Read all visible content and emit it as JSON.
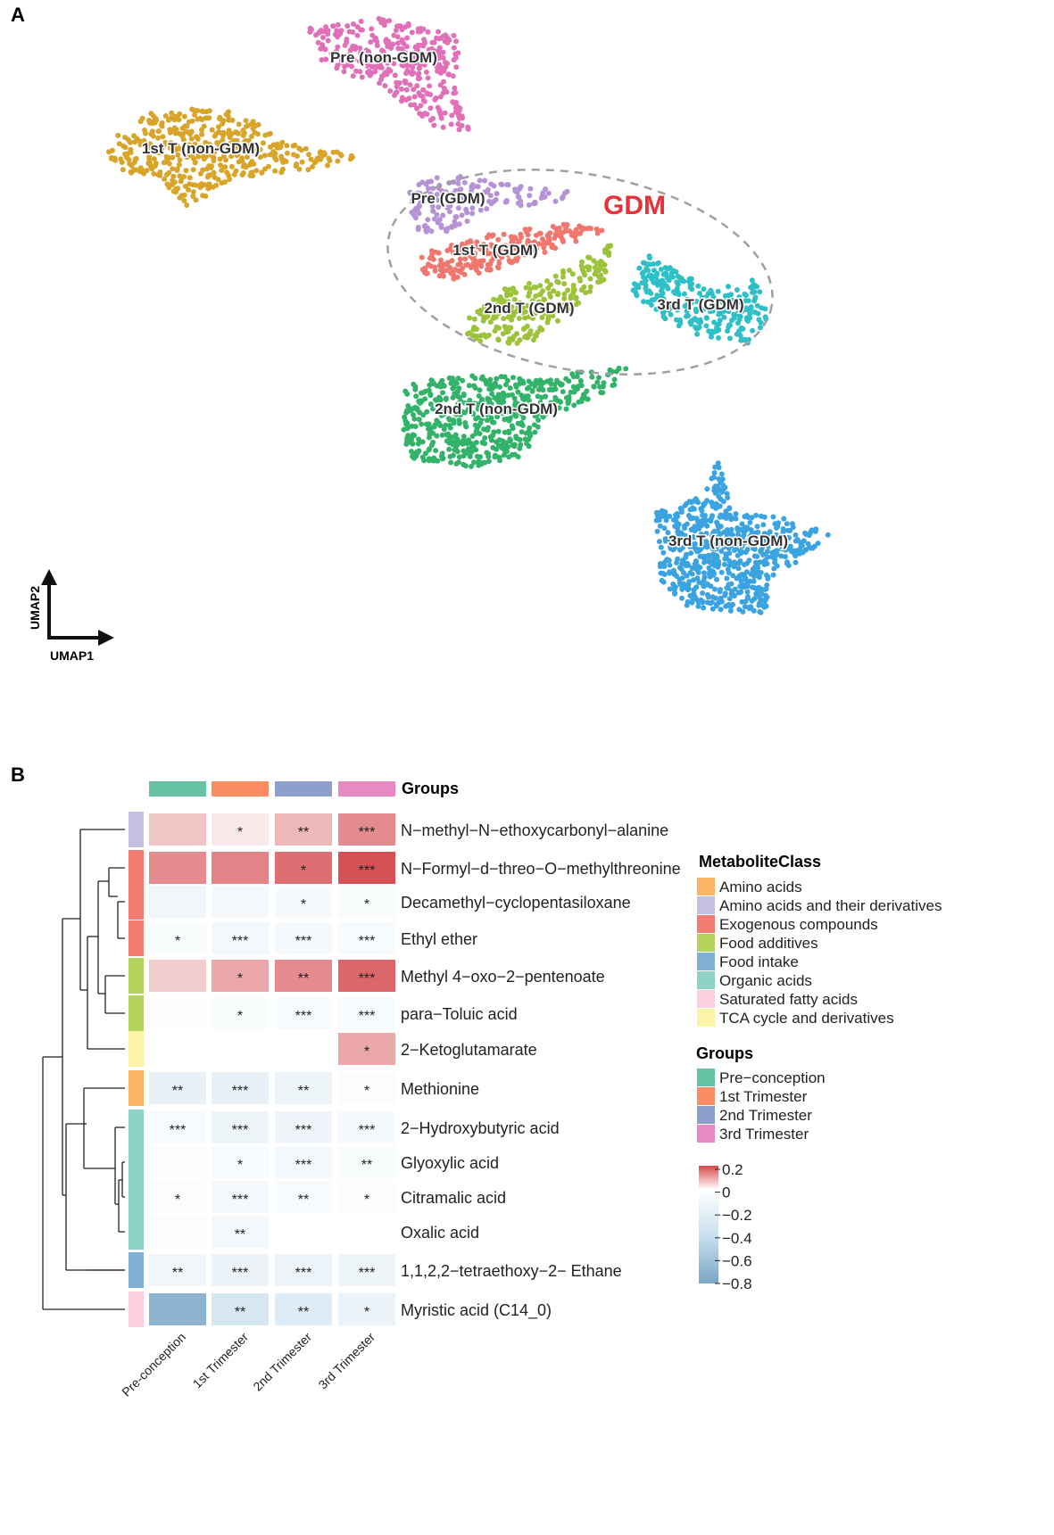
{
  "panel_a": {
    "label": "A",
    "highlight_label": "GDM",
    "axis_x": "UMAP1",
    "axis_y": "UMAP2",
    "clusters": [
      {
        "name": "Pre (non-GDM)",
        "color": "#e070b8",
        "shape": "triangle-down"
      },
      {
        "name": "1st T (non-GDM)",
        "color": "#d8a52a",
        "shape": "elongated"
      },
      {
        "name": "Pre (GDM)",
        "color": "#b692d6",
        "shape": "elongated"
      },
      {
        "name": "1st T (GDM)",
        "color": "#f0776e",
        "shape": "elongated"
      },
      {
        "name": "2nd T (GDM)",
        "color": "#9cc33b",
        "shape": "elongated"
      },
      {
        "name": "3rd T (GDM)",
        "color": "#2fbfc7",
        "shape": "blob"
      },
      {
        "name": "2nd T (non-GDM)",
        "color": "#33b36a",
        "shape": "blob"
      },
      {
        "name": "3rd T (non-GDM)",
        "color": "#3ba3e0",
        "shape": "triangle-up"
      }
    ]
  },
  "panel_b": {
    "label": "B",
    "groups_header": "Groups",
    "column_colors": [
      "#66c2a5",
      "#fc8d62",
      "#8da0cb",
      "#e78ac3"
    ],
    "x_labels": [
      "Pre-conception",
      "1st Trimester",
      "2nd Trimester",
      "3rd Trimester"
    ],
    "legend_class_title": "MetaboliteClass",
    "legend_classes": [
      {
        "name": "Amino acids",
        "color": "#fdb462"
      },
      {
        "name": "Amino acids and their derivatives",
        "color": "#c6bfdf"
      },
      {
        "name": "Exogenous compounds",
        "color": "#f27b72"
      },
      {
        "name": "Food additives",
        "color": "#b3d35c"
      },
      {
        "name": "Food intake",
        "color": "#80b1d3"
      },
      {
        "name": "Organic acids",
        "color": "#8dd3c7"
      },
      {
        "name": "Saturated fatty acids",
        "color": "#fbd0df"
      },
      {
        "name": "TCA cycle and derivatives",
        "color": "#fbf4a6"
      }
    ],
    "legend_groups_title": "Groups",
    "legend_groups": [
      {
        "name": "Pre−conception",
        "color": "#66c2a5"
      },
      {
        "name": "1st Trimester",
        "color": "#fc8d62"
      },
      {
        "name": "2nd Trimester",
        "color": "#8da0cb"
      },
      {
        "name": "3rd Trimester",
        "color": "#e78ac3"
      }
    ],
    "colorbar_ticks": [
      "0.2",
      "0",
      "−0.2",
      "−0.4",
      "−0.6",
      "−0.8"
    ]
  },
  "chart_data": {
    "type": "heatmap",
    "rows": [
      "N−methyl−N−ethoxycarbonyl−alanine",
      "N−Formyl−d−threo−O−methylthreonine",
      "Decamethyl−cyclopentasiloxane",
      "Ethyl ether",
      "Methyl 4−oxo−2−pentenoate",
      "para−Toluic acid",
      "2−Ketoglutamarate",
      "Methionine",
      "2−Hydroxybutyric acid",
      "Glyoxylic acid",
      "Citramalic acid",
      "Oxalic acid",
      "1,1,2,2−tetraethoxy−2− Ethane",
      "Myristic acid (C14_0)"
    ],
    "row_classes": [
      "Amino acids and their derivatives",
      "Exogenous compounds",
      "Exogenous compounds",
      "Exogenous compounds",
      "Food additives",
      "Food additives",
      "TCA cycle and derivatives",
      "Amino acids",
      "Organic acids",
      "Organic acids",
      "Organic acids",
      "Organic acids",
      "Food intake",
      "Saturated fatty acids"
    ],
    "columns": [
      "Pre-conception",
      "1st Trimester",
      "2nd Trimester",
      "3rd Trimester"
    ],
    "values": [
      [
        0.08,
        0.03,
        0.1,
        0.16
      ],
      [
        0.16,
        0.17,
        0.2,
        0.24
      ],
      [
        -0.1,
        -0.07,
        -0.06,
        -0.04
      ],
      [
        -0.04,
        -0.08,
        -0.07,
        -0.05
      ],
      [
        0.07,
        0.12,
        0.16,
        0.21
      ],
      [
        -0.02,
        -0.04,
        -0.05,
        -0.05
      ],
      [
        0.0,
        0.0,
        0.0,
        0.12
      ],
      [
        -0.16,
        -0.16,
        -0.12,
        -0.03
      ],
      [
        -0.05,
        -0.12,
        -0.11,
        -0.06
      ],
      [
        -0.02,
        -0.05,
        -0.07,
        -0.04
      ],
      [
        -0.03,
        -0.07,
        -0.05,
        -0.03
      ],
      [
        -0.03,
        -0.08,
        0.0,
        0.0
      ],
      [
        -0.1,
        -0.14,
        -0.13,
        -0.12
      ],
      [
        -0.7,
        -0.28,
        -0.22,
        -0.14
      ]
    ],
    "significance": [
      [
        "",
        "*",
        "**",
        "***"
      ],
      [
        "",
        "",
        "*",
        "***"
      ],
      [
        "",
        "",
        "*",
        "*"
      ],
      [
        "*",
        "***",
        "***",
        "***"
      ],
      [
        "",
        "*",
        "**",
        "***"
      ],
      [
        "",
        "*",
        "***",
        "***"
      ],
      [
        "",
        "",
        "",
        "*"
      ],
      [
        "**",
        "***",
        "**",
        "*"
      ],
      [
        "***",
        "***",
        "***",
        "***"
      ],
      [
        "",
        "*",
        "***",
        "**"
      ],
      [
        "*",
        "***",
        "**",
        "*"
      ],
      [
        "",
        "**",
        "",
        ""
      ],
      [
        "**",
        "***",
        "***",
        "***"
      ],
      [
        "",
        "**",
        "**",
        "*"
      ]
    ],
    "color_range": [
      -0.8,
      0.2
    ]
  }
}
